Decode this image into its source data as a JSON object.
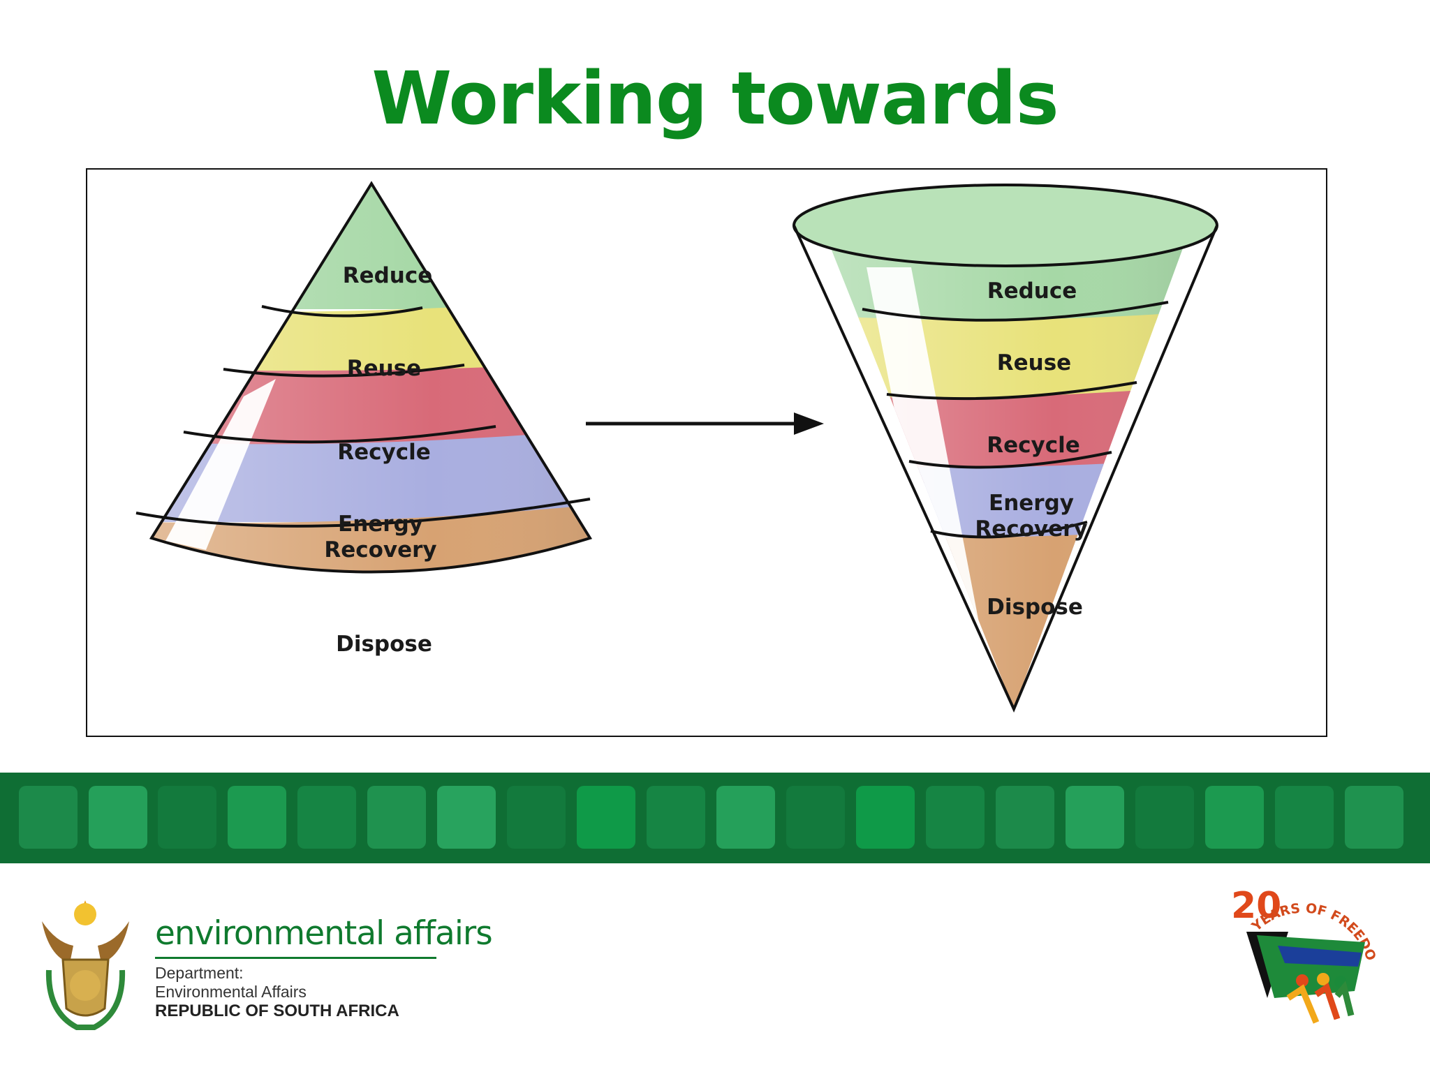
{
  "slide": {
    "title": "Working towards"
  },
  "diagram": {
    "left_cone_bands": [
      "Reduce",
      "Reuse",
      "Recycle",
      [
        "Energy",
        "Recovery"
      ],
      "Dispose"
    ],
    "right_cone_bands": [
      "Reduce",
      "Reuse",
      "Recycle",
      [
        "Energy",
        "Recovery"
      ],
      "Dispose"
    ],
    "band_colors": {
      "reduce": "#a6d8a6",
      "reuse": "#e8e27a",
      "recycle": "#d86a78",
      "energy": "#a9aee0",
      "dispose": "#d7a272"
    }
  },
  "footer": {
    "strip_color": "#0f6e34",
    "dept_name": "environmental affairs",
    "dept_line1": "Department:",
    "dept_line2": "Environmental Affairs",
    "dept_line3": "REPUBLIC OF SOUTH AFRICA",
    "anniversary_number": "20",
    "anniversary_text": "YEARS OF FREEDOM"
  }
}
